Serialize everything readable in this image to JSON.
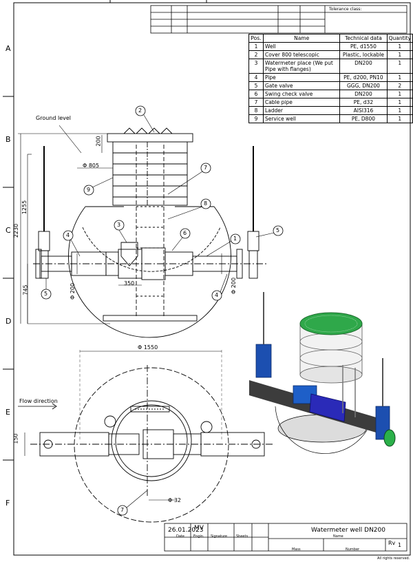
{
  "header": {
    "tolerance_label": "Tolerance class:"
  },
  "zones": [
    "A",
    "B",
    "C",
    "D",
    "E",
    "F"
  ],
  "bom": {
    "headers": [
      "Pos.",
      "Name",
      "Technical data",
      "Quantity"
    ],
    "rows": [
      {
        "pos": "1",
        "name": "Well",
        "tech": "PE, d1550",
        "qty": "1"
      },
      {
        "pos": "2",
        "name": "Cover 800 telescopic",
        "tech": "Plastic, lockable",
        "qty": "1"
      },
      {
        "pos": "3",
        "name": "Watermeter place (We put Pipe with flanges)",
        "tech": "DN200",
        "qty": "1"
      },
      {
        "pos": "4",
        "name": "Pipe",
        "tech": "PE, d200, PN10",
        "qty": "1"
      },
      {
        "pos": "5",
        "name": "Gate valve",
        "tech": "GGG, DN200",
        "qty": "2"
      },
      {
        "pos": "6",
        "name": "Swing check valve",
        "tech": "DN200",
        "qty": "1"
      },
      {
        "pos": "7",
        "name": "Cable pipe",
        "tech": "PE, d32",
        "qty": "1"
      },
      {
        "pos": "8",
        "name": "Ladder",
        "tech": "AISI316",
        "qty": "1"
      },
      {
        "pos": "9",
        "name": "Service well",
        "tech": "PE, D800",
        "qty": "1"
      }
    ]
  },
  "annotations": {
    "ground_level": "Ground level",
    "flow_direction": "Flow direction",
    "dim_200_top": "200",
    "dim_805": "Φ 805",
    "dim_1255": "1255",
    "dim_2230": "2230",
    "dim_745": "745",
    "dim_200_left": "Φ 200",
    "dim_350": "350",
    "dim_200_right": "Φ 200",
    "dim_1550": "Φ 1550",
    "dim_150": "150",
    "dim_32": "Φ 32"
  },
  "balloons": [
    "2",
    "7",
    "8",
    "9",
    "3",
    "4",
    "6",
    "1",
    "5",
    "5",
    "4",
    "7"
  ],
  "title_block": {
    "date": "26.01.2023",
    "date_label": "Date",
    "author": "MV",
    "author_label": "Engin.",
    "signature_label": "Signature",
    "sheets_label": "Sheets",
    "title": "Watermeter well DN200",
    "name_label": "Name",
    "revision_label": "Rv",
    "revision": "1",
    "mass_label": "Mass",
    "number_label": "Number",
    "rights": "All rights reserved."
  },
  "colors": {
    "grating": "#2fa84a",
    "valve": "#1c4fb0",
    "check_valve": "#1e3fa8",
    "pipe": "#3c3c3c",
    "well_tint": "#eeeeee"
  }
}
